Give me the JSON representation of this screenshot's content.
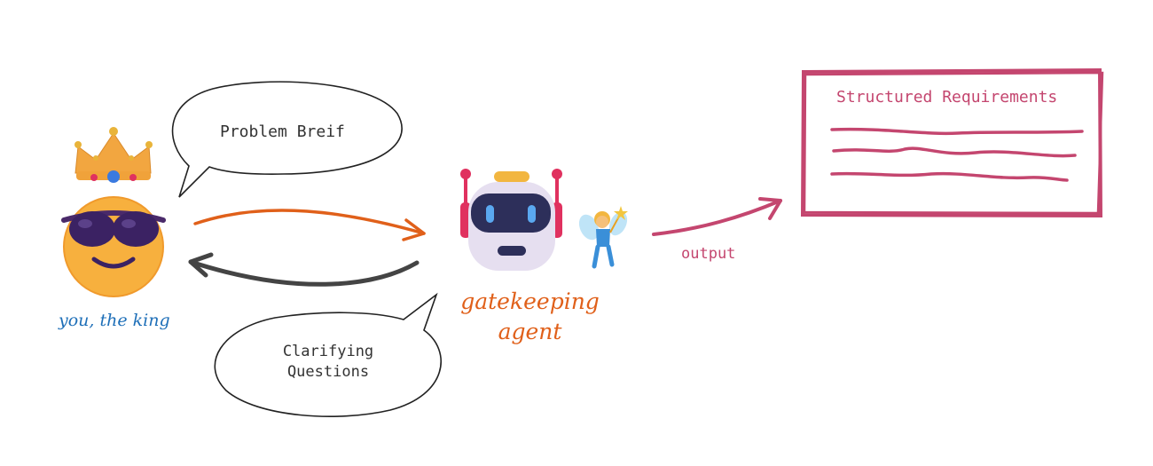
{
  "bubbles": {
    "problem_brief": "Problem Breif",
    "clarifying_line1": "Clarifying",
    "clarifying_line2": "Questions"
  },
  "actors": {
    "user_label": "you, the king",
    "agent_label_line1": "gatekeeping",
    "agent_label_line2": "agent"
  },
  "output_label": "output",
  "requirements_title": "Structured Requirements",
  "icons": {
    "user": "crowned-sunglasses-face-icon",
    "agent": "robot-icon",
    "helper": "fairy-icon"
  },
  "colors": {
    "forward_arrow": "#e0601a",
    "return_arrow": "#444444",
    "output": "#c4466f",
    "user_label": "#1e6fb8",
    "agent_label": "#e0601a"
  }
}
